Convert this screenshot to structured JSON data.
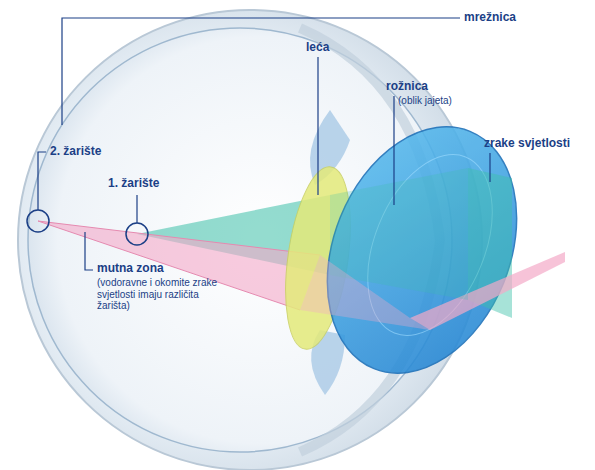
{
  "diagram": {
    "labels": [
      "mrežnica",
      "leća",
      "rožnica",
      "(oblik jajeta)",
      "zrake svjetlosti",
      "2. žarište",
      "1. žarište",
      "mutna zona",
      "(vodoravne i okomite zrake svjetlosti imaju različita žarišta)"
    ]
  }
}
